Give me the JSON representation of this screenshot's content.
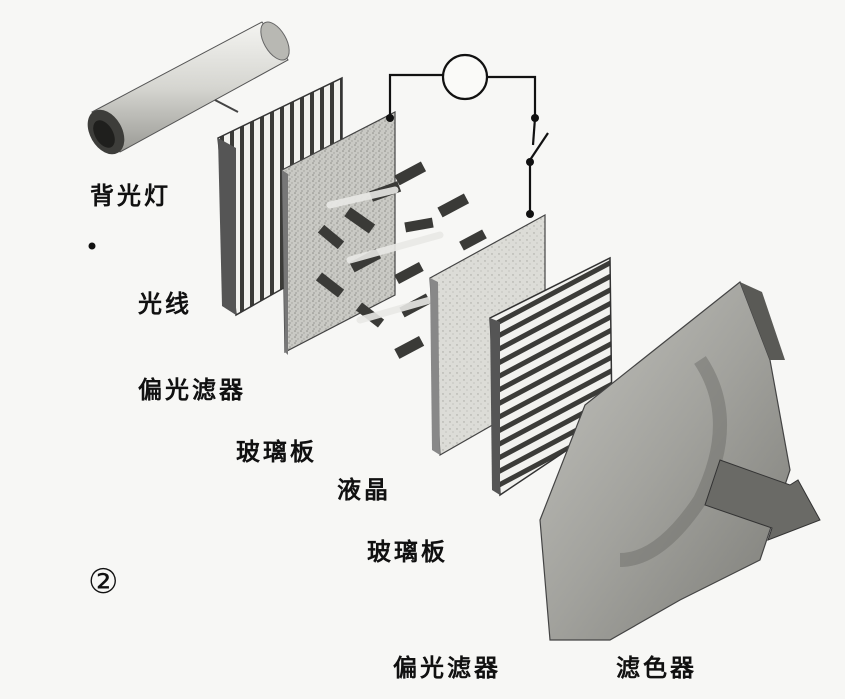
{
  "figure_number": "②",
  "labels": {
    "backlight": "背光灯",
    "light_rays": "光线",
    "polarizer_front": "偏光滤器",
    "glass_plate_1": "玻璃板",
    "liquid_crystal": "液晶",
    "glass_plate_2": "玻璃板",
    "polarizer_back": "偏光滤器",
    "color_filter": "滤色器"
  },
  "colors": {
    "ink": "#111111",
    "paper": "#f7f7f5",
    "panel_light": "#d8d8d4",
    "panel_mid": "#b5b5b0",
    "panel_dark": "#6a6a66"
  }
}
